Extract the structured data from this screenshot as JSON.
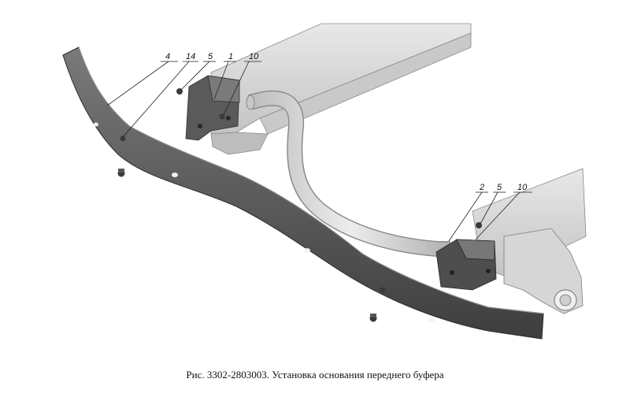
{
  "caption": "Рис. 3302-2803003. Установка основания переднего буфера",
  "callouts": {
    "c4": "4",
    "c14": "14",
    "c5_left": "5",
    "c1": "1",
    "c10_left": "10",
    "c2": "2",
    "c5_right": "5",
    "c10_right": "10"
  },
  "colors": {
    "frame": "#dcdcdc",
    "bumper": "#5e5e5e",
    "bracket": "#4a4a4a",
    "tube": "#d2d2d2"
  }
}
